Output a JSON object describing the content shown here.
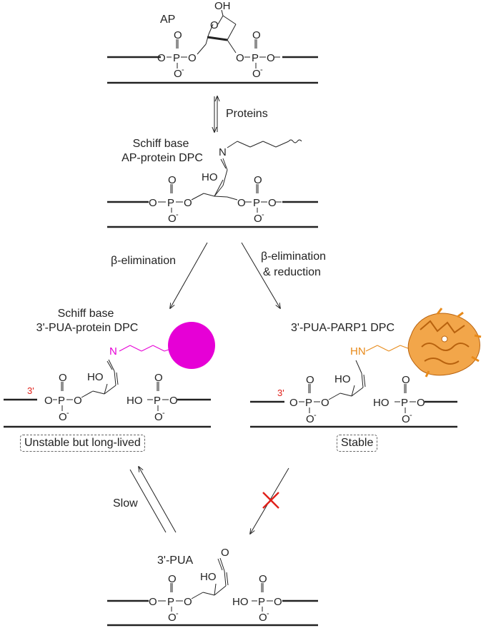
{
  "title_labels": {
    "ap": "AP",
    "proteins": "Proteins",
    "schiff_ap_line1": "Schiff base",
    "schiff_ap_line2": "AP-protein DPC",
    "beta_elim_left": "β-elimination",
    "beta_elim_right_line1": "β-elimination",
    "beta_elim_right_line2": "& reduction",
    "schiff_pua_line1": "Schiff base",
    "schiff_pua_line2": "3'-PUA-protein DPC",
    "parp1_dpc": "3'-PUA-PARP1 DPC",
    "unstable_box": "Unstable but long-lived",
    "stable_box": "Stable",
    "slow": "Slow",
    "pua": "3'-PUA"
  },
  "atoms": {
    "O": "O",
    "P": "P",
    "OH": "OH",
    "HO": "HO",
    "N": "N",
    "HN": "HN",
    "O_minus": "O",
    "minus": "-",
    "prime3": "3'"
  },
  "colors": {
    "magenta": "#e600d6",
    "orange": "#e88a1a",
    "red": "#e0201a",
    "line": "#222222"
  },
  "icons": {
    "protein_sphere": "magenta-sphere",
    "parp1_structure": "orange-ribbon-protein",
    "blocked_arrow": "red-cross-icon"
  }
}
